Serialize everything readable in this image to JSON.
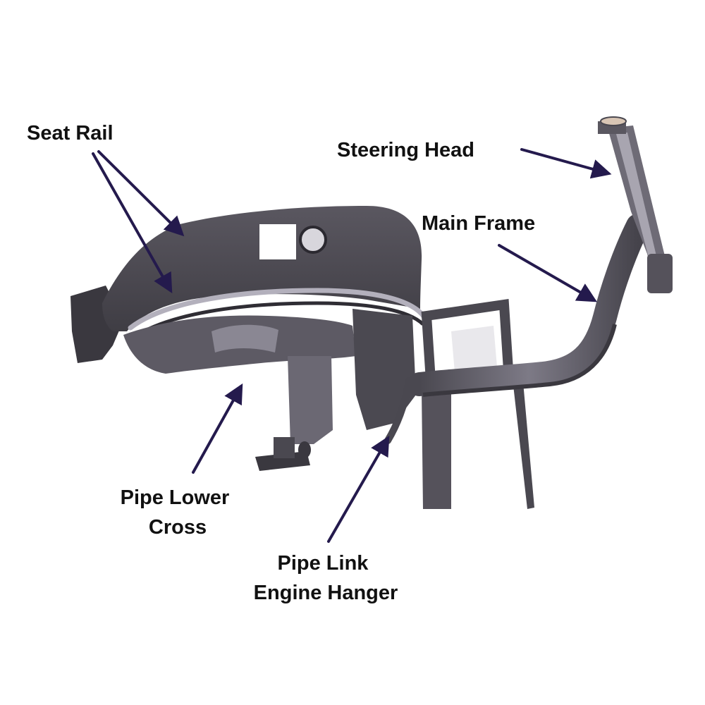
{
  "diagram": {
    "labels": {
      "seat_rail": "Seat Rail",
      "steering_head": "Steering Head",
      "main_frame": "Main Frame",
      "pipe_lower_cross": [
        "Pipe Lower",
        "Cross"
      ],
      "pipe_link_engine_hanger": [
        "Pipe Link",
        "Engine Hanger"
      ]
    },
    "colors": {
      "arrow": "#241a4d",
      "frame_dark": "#3e3c42",
      "frame_mid": "#57545d",
      "frame_light": "#7a7783",
      "highlight": "#b3b0bc",
      "label": "#111111"
    }
  }
}
